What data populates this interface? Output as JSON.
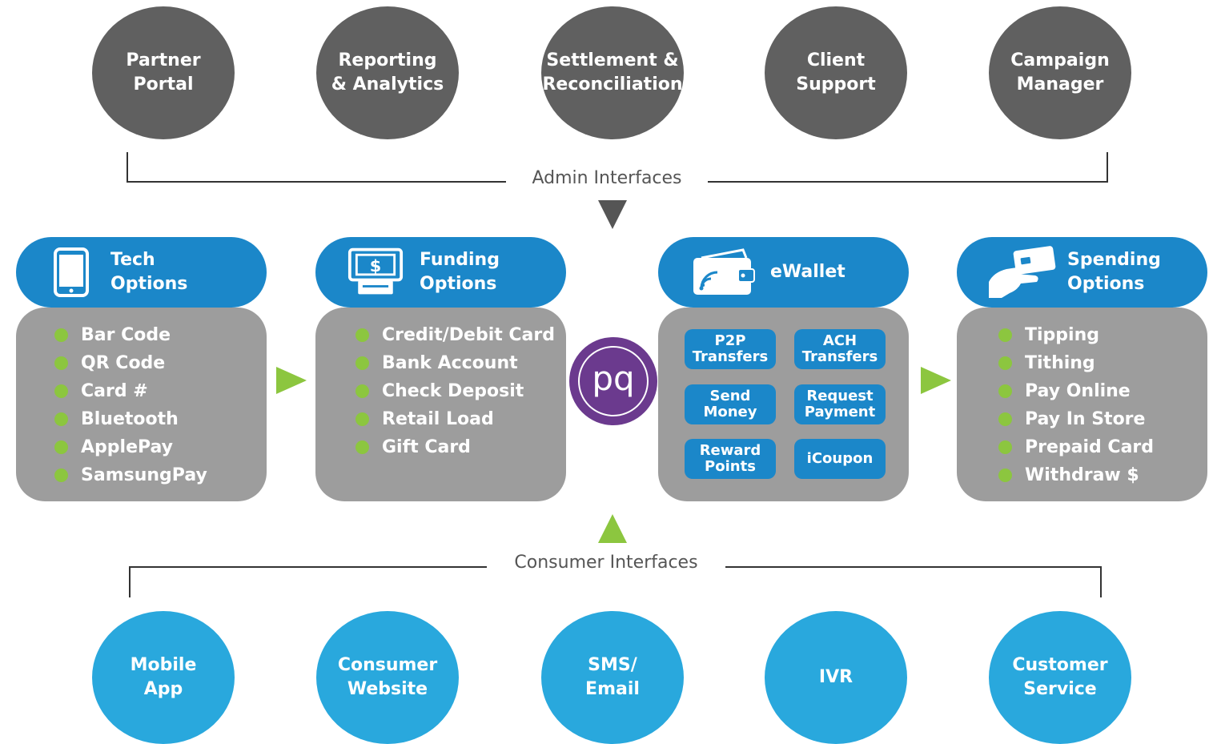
{
  "admin": {
    "label": "Admin Interfaces",
    "items": [
      {
        "label": "Partner\nPortal"
      },
      {
        "label": "Reporting\n& Analytics"
      },
      {
        "label": "Settlement &\nReconciliation"
      },
      {
        "label": "Client\nSupport"
      },
      {
        "label": "Campaign\nManager"
      }
    ]
  },
  "consumer": {
    "label": "Consumer Interfaces",
    "items": [
      {
        "label": "Mobile\nApp"
      },
      {
        "label": "Consumer\nWebsite"
      },
      {
        "label": "SMS/\nEmail"
      },
      {
        "label": "IVR"
      },
      {
        "label": "Customer\nService"
      }
    ]
  },
  "panels": {
    "tech": {
      "title": "Tech\nOptions",
      "icon": "smartphone-icon",
      "items": [
        "Bar Code",
        "QR Code",
        "Card #",
        "Bluetooth",
        "ApplePay",
        "SamsungPay"
      ]
    },
    "funding": {
      "title": "Funding\nOptions",
      "icon": "atm-dollar-icon",
      "items": [
        "Credit/Debit Card",
        "Bank Account",
        "Check Deposit",
        "Retail Load",
        "Gift Card"
      ]
    },
    "ewallet": {
      "title": "eWallet",
      "icon": "wallet-contactless-icon",
      "tiles": [
        "P2P\nTransfers",
        "ACH\nTransfers",
        "Send\nMoney",
        "Request\nPayment",
        "Reward\nPoints",
        "iCoupon"
      ]
    },
    "spending": {
      "title": "Spending\nOptions",
      "icon": "hand-card-icon",
      "items": [
        "Tipping",
        "Tithing",
        "Pay Online",
        "Pay In Store",
        "Prepaid Card",
        "Withdraw $"
      ]
    }
  },
  "logo": {
    "text": "pq"
  },
  "colors": {
    "admin_circle": "#606060",
    "consumer_circle": "#29a8dd",
    "panel_header": "#1b87c9",
    "panel_body": "#9d9d9d",
    "bullet": "#8cc63f",
    "logo": "#6b3a8e"
  }
}
